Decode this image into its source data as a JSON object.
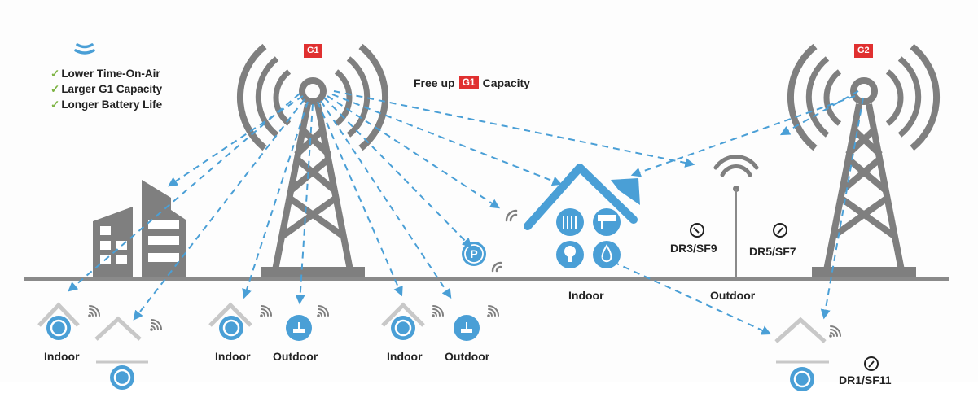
{
  "legend": {
    "icon": "signal-waves-icon",
    "benefits": [
      {
        "icon": "check-icon",
        "text": "Lower Time-On-Air"
      },
      {
        "icon": "check-icon",
        "text": "Larger G1 Capacity"
      },
      {
        "icon": "check-icon",
        "text": "Longer Battery Life"
      }
    ]
  },
  "gateways": [
    {
      "id": "G1",
      "label": "G1"
    },
    {
      "id": "G2",
      "label": "G2"
    }
  ],
  "headline": {
    "prefix": "Free up",
    "badge": "G1",
    "suffix": "Capacity"
  },
  "ground_labels": {
    "house_indoor": "Indoor",
    "house_outdoor": "Outdoor"
  },
  "device_labels": [
    {
      "text": "Indoor"
    },
    {
      "text": "Indoor"
    },
    {
      "text": "Outdoor"
    },
    {
      "text": "Indoor"
    },
    {
      "text": "Outdoor"
    }
  ],
  "data_rates": [
    {
      "icon": "gauge-icon",
      "text": "DR3/SF9"
    },
    {
      "icon": "gauge-icon",
      "text": "DR5/SF7"
    },
    {
      "icon": "gauge-icon",
      "text": "DR1/SF11"
    }
  ],
  "colors": {
    "accent_blue": "#4a9fd6",
    "tower_gray": "#7f7f7f",
    "light_gray": "#c8c8c8",
    "badge_red": "#e03030",
    "check_green": "#7cb342",
    "text": "#222222"
  }
}
